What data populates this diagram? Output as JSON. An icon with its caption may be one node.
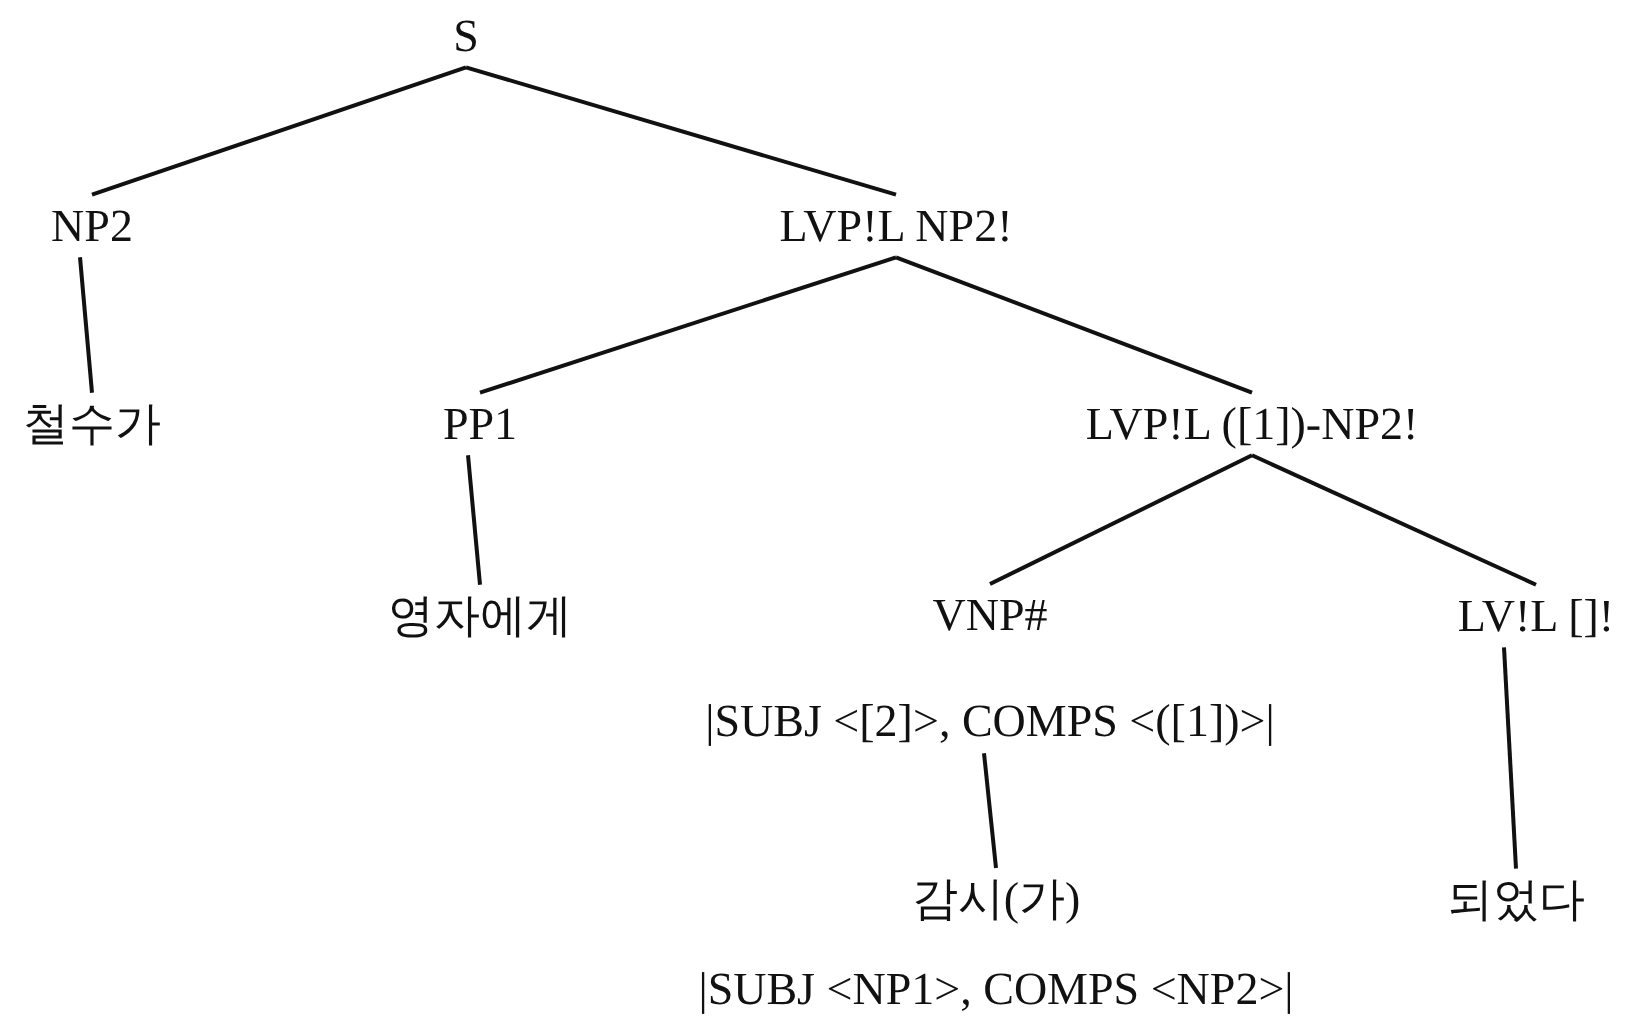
{
  "diagram": {
    "nodes": [
      {
        "text": [
          "S"
        ]
      },
      {
        "text": [
          "NP2"
        ]
      },
      {
        "text": [
          "LVP!L NP2!"
        ]
      },
      {
        "text": [
          "철수가"
        ]
      },
      {
        "text": [
          "PP1"
        ]
      },
      {
        "text": [
          "LVP!L ([1])-NP2!"
        ]
      },
      {
        "text": [
          "영자에게"
        ]
      },
      {
        "text": [
          "VNP#",
          "|SUBJ <[2]>, COMPS <([1])>|"
        ]
      },
      {
        "text": [
          "LV!L []!"
        ]
      },
      {
        "text": [
          "감시(가)",
          "|SUBJ <NP1>, COMPS <NP2>|"
        ]
      },
      {
        "text": [
          "되었다"
        ]
      }
    ],
    "edges": [
      {
        "from": 0,
        "to": 1,
        "arrow": "none"
      },
      {
        "from": 0,
        "to": 2,
        "arrow": "none"
      },
      {
        "from": 1,
        "to": 3,
        "arrow": "none"
      },
      {
        "from": 2,
        "to": 4,
        "arrow": "none"
      },
      {
        "from": 2,
        "to": 5,
        "arrow": "none"
      },
      {
        "from": 4,
        "to": 6,
        "arrow": "none"
      },
      {
        "from": 5,
        "to": 7,
        "arrow": "none"
      },
      {
        "from": 5,
        "to": 8,
        "arrow": "none"
      },
      {
        "from": 7,
        "to": 9,
        "arrow": "none"
      },
      {
        "from": 8,
        "to": 10,
        "arrow": "none"
      }
    ]
  }
}
